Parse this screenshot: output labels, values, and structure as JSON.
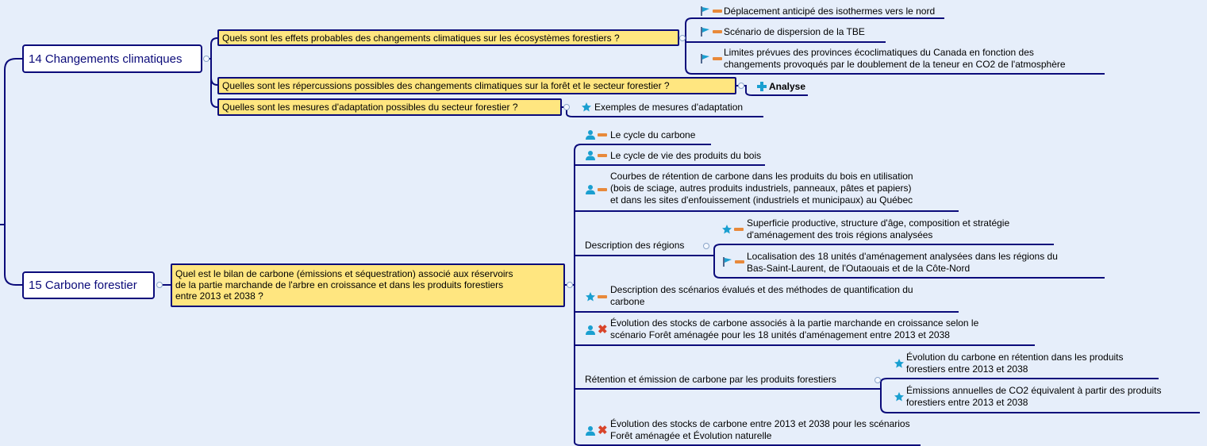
{
  "topics": [
    {
      "label": "14 Changements climatiques"
    },
    {
      "label": "15 Carbone forestier"
    }
  ],
  "questions": [
    {
      "label": "Quels sont les effets probables des changements climatiques sur les écosystèmes forestiers ?"
    },
    {
      "label": "Quelles sont les répercussions possibles des changements climatiques sur la forêt et le secteur forestier ?"
    },
    {
      "label": "Quelles sont les mesures d'adaptation possibles du secteur forestier ?"
    },
    {
      "lines": [
        "Quel est le bilan de carbone (émissions et séquestration) associé aux réservoirs",
        "de la partie marchande de l'arbre en croissance et dans les produits forestiers",
        "entre 2013 et 2038 ?"
      ]
    }
  ],
  "climate_leaves": [
    {
      "lines": [
        "Déplacement anticipé des isothermes vers le nord"
      ],
      "icons": [
        "flag-icon",
        "priority-dash-icon"
      ]
    },
    {
      "lines": [
        "Scénario de dispersion de la TBE"
      ],
      "icons": [
        "flag-icon",
        "priority-dash-icon"
      ]
    },
    {
      "lines": [
        "Limites prévues des provinces écoclimatiques du Canada en fonction des",
        "changements provoqués par le doublement de la teneur en CO2 de l'atmosphère"
      ],
      "icons": [
        "flag-icon",
        "priority-dash-icon"
      ]
    },
    {
      "lines": [
        "Analyse"
      ],
      "icons": [
        "plus-icon"
      ]
    },
    {
      "lines": [
        "Exemples de mesures d'adaptation"
      ],
      "icons": [
        "star-icon"
      ]
    }
  ],
  "carbon_leaves": [
    {
      "lines": [
        "Le cycle du carbone"
      ],
      "icons": [
        "person-icon",
        "priority-dash-icon"
      ]
    },
    {
      "lines": [
        "Le cycle de vie des produits du bois"
      ],
      "icons": [
        "person-icon",
        "priority-dash-icon"
      ]
    },
    {
      "lines": [
        "Courbes de rétention de carbone dans les produits du bois en utilisation",
        "(bois de sciage, autres produits industriels, panneaux, pâtes et papiers)",
        "et dans les sites d'enfouissement (industriels et municipaux) au Québec"
      ],
      "icons": [
        "person-icon",
        "priority-dash-icon"
      ]
    },
    {
      "lines": [
        "Description des régions"
      ],
      "icons": []
    },
    {
      "lines": [
        "Superficie productive, structure d'âge, composition et stratégie",
        "d'aménagement des trois régions analysées"
      ],
      "icons": [
        "star-icon",
        "priority-dash-icon"
      ]
    },
    {
      "lines": [
        "Localisation des 18 unités d'aménagement analysées dans les régions du",
        "Bas-Saint-Laurent, de l'Outaouais et de la Côte-Nord"
      ],
      "icons": [
        "flag-icon",
        "priority-dash-icon"
      ]
    },
    {
      "lines": [
        "Description des scénarios évalués et des méthodes de quantification du",
        "carbone"
      ],
      "icons": [
        "star-icon",
        "priority-dash-icon"
      ]
    },
    {
      "lines": [
        "Évolution des stocks de carbone associés à la partie marchande en croissance selon le",
        "scénario Forêt aménagée pour les 18 unités d'aménagement entre 2013 et 2038"
      ],
      "icons": [
        "person-icon",
        "cross-icon"
      ]
    },
    {
      "lines": [
        "Rétention et émission de carbone par les produits forestiers"
      ],
      "icons": []
    },
    {
      "lines": [
        "Évolution du carbone en rétention dans les produits",
        "forestiers entre 2013 et 2038"
      ],
      "icons": [
        "star-icon"
      ]
    },
    {
      "lines": [
        "Émissions annuelles de CO2 équivalent à partir des produits",
        "forestiers entre 2013 et 2038"
      ],
      "icons": [
        "star-icon"
      ]
    },
    {
      "lines": [
        "Évolution des stocks de carbone entre 2013 et 2038 pour les scénarios",
        "Forêt aménagée et Évolution naturelle"
      ],
      "icons": [
        "person-icon",
        "cross-icon"
      ]
    }
  ],
  "colors": {
    "background": "#e6eefa",
    "line": "#0b0b7a",
    "question_fill": "#ffe680",
    "icon_blue": "#1a9fd0",
    "priority_orange": "#e8893a",
    "cross_red": "#d8442a"
  }
}
